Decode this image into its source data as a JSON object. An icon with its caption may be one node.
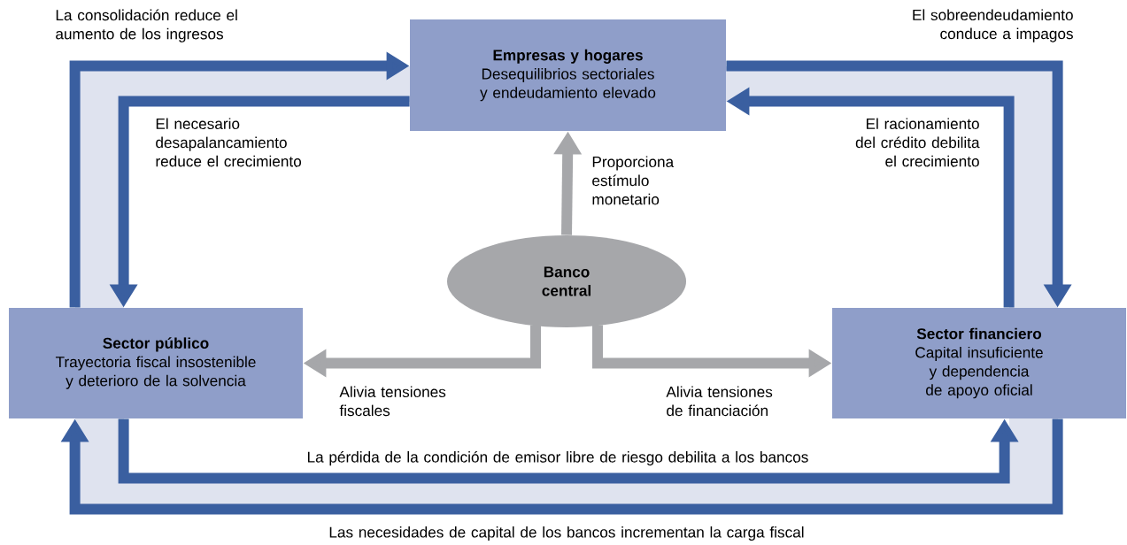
{
  "diagram": {
    "nodes": [
      {
        "text": [
          "Empresas y hogares",
          "Desequilibrios sectoriales y endeudamiento elevado"
        ]
      },
      {
        "text": [
          "Banco central"
        ]
      },
      {
        "text": [
          "Sector público",
          "Trayectoria fiscal insostenible y deterioro de la solvencia"
        ]
      },
      {
        "text": [
          "Sector financiero",
          "Capital insuficiente y dependencia de apoyo oficial"
        ]
      }
    ],
    "edges": [
      {
        "from": 2,
        "to": 0,
        "arrow": "to",
        "label": "La consolidación reduce el aumento de los ingresos"
      },
      {
        "from": 0,
        "to": 2,
        "arrow": "to",
        "label": "El necesario desapalancamiento reduce el crecimiento"
      },
      {
        "from": 0,
        "to": 3,
        "arrow": "to",
        "label": "El sobreendeudamiento conduce a impagos"
      },
      {
        "from": 3,
        "to": 0,
        "arrow": "to",
        "label": "El racionamiento del crédito debilita el crecimiento"
      },
      {
        "from": 2,
        "to": 3,
        "arrow": "to",
        "label": "La pérdida de la condición de emisor libre de riesgo debilita a los bancos"
      },
      {
        "from": 3,
        "to": 2,
        "arrow": "to",
        "label": "Las necesidades de capital de los bancos incrementan la carga fiscal"
      },
      {
        "from": 1,
        "to": 0,
        "arrow": "to",
        "color": "#a6a7aa",
        "label": "Proporciona estímulo monetario"
      },
      {
        "from": 1,
        "to": 2,
        "arrow": "to",
        "color": "#a6a7aa",
        "label": "Alivia tensiones fiscales"
      },
      {
        "from": 1,
        "to": 3,
        "arrow": "to",
        "color": "#a6a7aa",
        "label": "Alivia tensiones de financiación"
      }
    ]
  }
}
